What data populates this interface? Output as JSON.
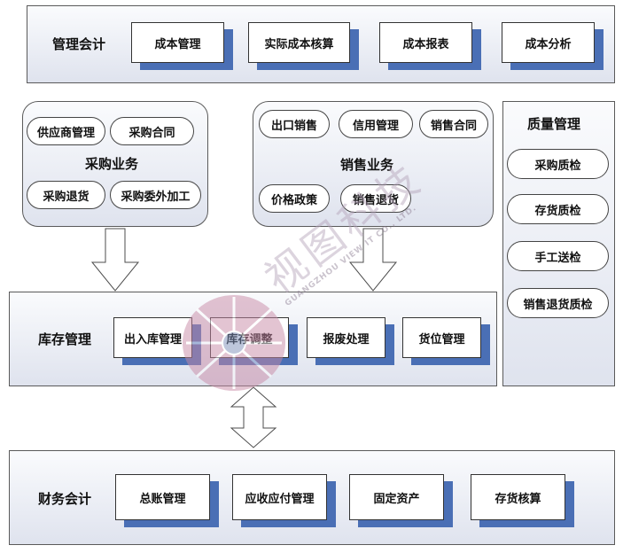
{
  "mgmt": {
    "label": "管理会计",
    "items": [
      "成本管理",
      "实际成本核算",
      "成本报表",
      "成本分析"
    ]
  },
  "purchase": {
    "label": "采购业务",
    "items": [
      "供应商管理",
      "采购合同",
      "采购退货",
      "采购委外加工"
    ]
  },
  "sales": {
    "label": "销售业务",
    "items": [
      "出口销售",
      "信用管理",
      "销售合同",
      "价格政策",
      "销售退货"
    ]
  },
  "quality": {
    "label": "质量管理",
    "items": [
      "采购质检",
      "存货质检",
      "手工送检",
      "销售退货质检"
    ]
  },
  "inventory": {
    "label": "库存管理",
    "items": [
      "出入库管理",
      "库存调整",
      "报废处理",
      "货位管理"
    ]
  },
  "finance": {
    "label": "财务会计",
    "items": [
      "总账管理",
      "应收应付管理",
      "固定资产",
      "存货核算"
    ]
  },
  "watermark": {
    "main": "视图科技",
    "sub": "GUANGZHOU VIEW IT CO., LTD."
  }
}
